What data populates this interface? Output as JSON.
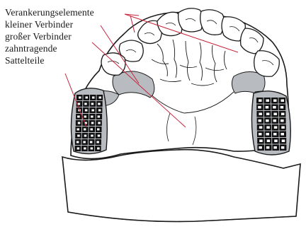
{
  "labels": {
    "verankerungselemente": "Verankerungselemente",
    "kleiner_verbinder": "kleiner Verbinder",
    "grosser_verbinder": "großer Verbinder",
    "zahntragende_line1": "zahntragende",
    "zahntragende_line2": "Sattelteile"
  },
  "colors": {
    "outline": "#1a1a1a",
    "metal": "#b8bcc0",
    "metal_dark": "#8e9398",
    "base": "#ffffff",
    "leader": "#c8243c"
  }
}
